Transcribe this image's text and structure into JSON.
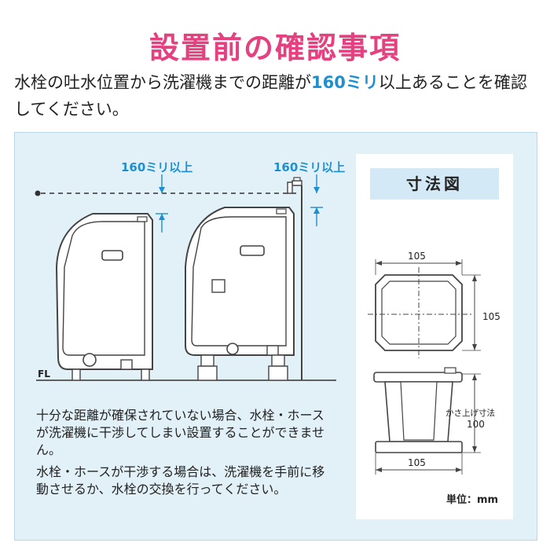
{
  "title": "設置前の確認事項",
  "intro": {
    "before": "水栓の吐水位置から洗濯機までの距離が",
    "highlight": "160ミリ",
    "after": "以上あることを確認してください。"
  },
  "diagram": {
    "clearance_left": "160ミリ以上",
    "clearance_right": "160ミリ以上",
    "floor_label": "FL"
  },
  "notes": [
    "十分な距離が確保されていない場合、水栓・ホースが洗濯機に干渉してしまい設置することができません。",
    "水栓・ホースが干渉する場合は、洗濯機を手前に移動させるか、水栓の交換を行ってください。"
  ],
  "dimensions": {
    "title": "寸法図",
    "top_width": "105",
    "top_depth": "105",
    "bottom_width": "105",
    "height_caption": "かさ上げ寸法",
    "height_value": "100",
    "unit": "単位：mm"
  },
  "colors": {
    "title": "#e5407f",
    "accent": "#1e8fd0",
    "panel_bg": "#e2f0f8"
  }
}
